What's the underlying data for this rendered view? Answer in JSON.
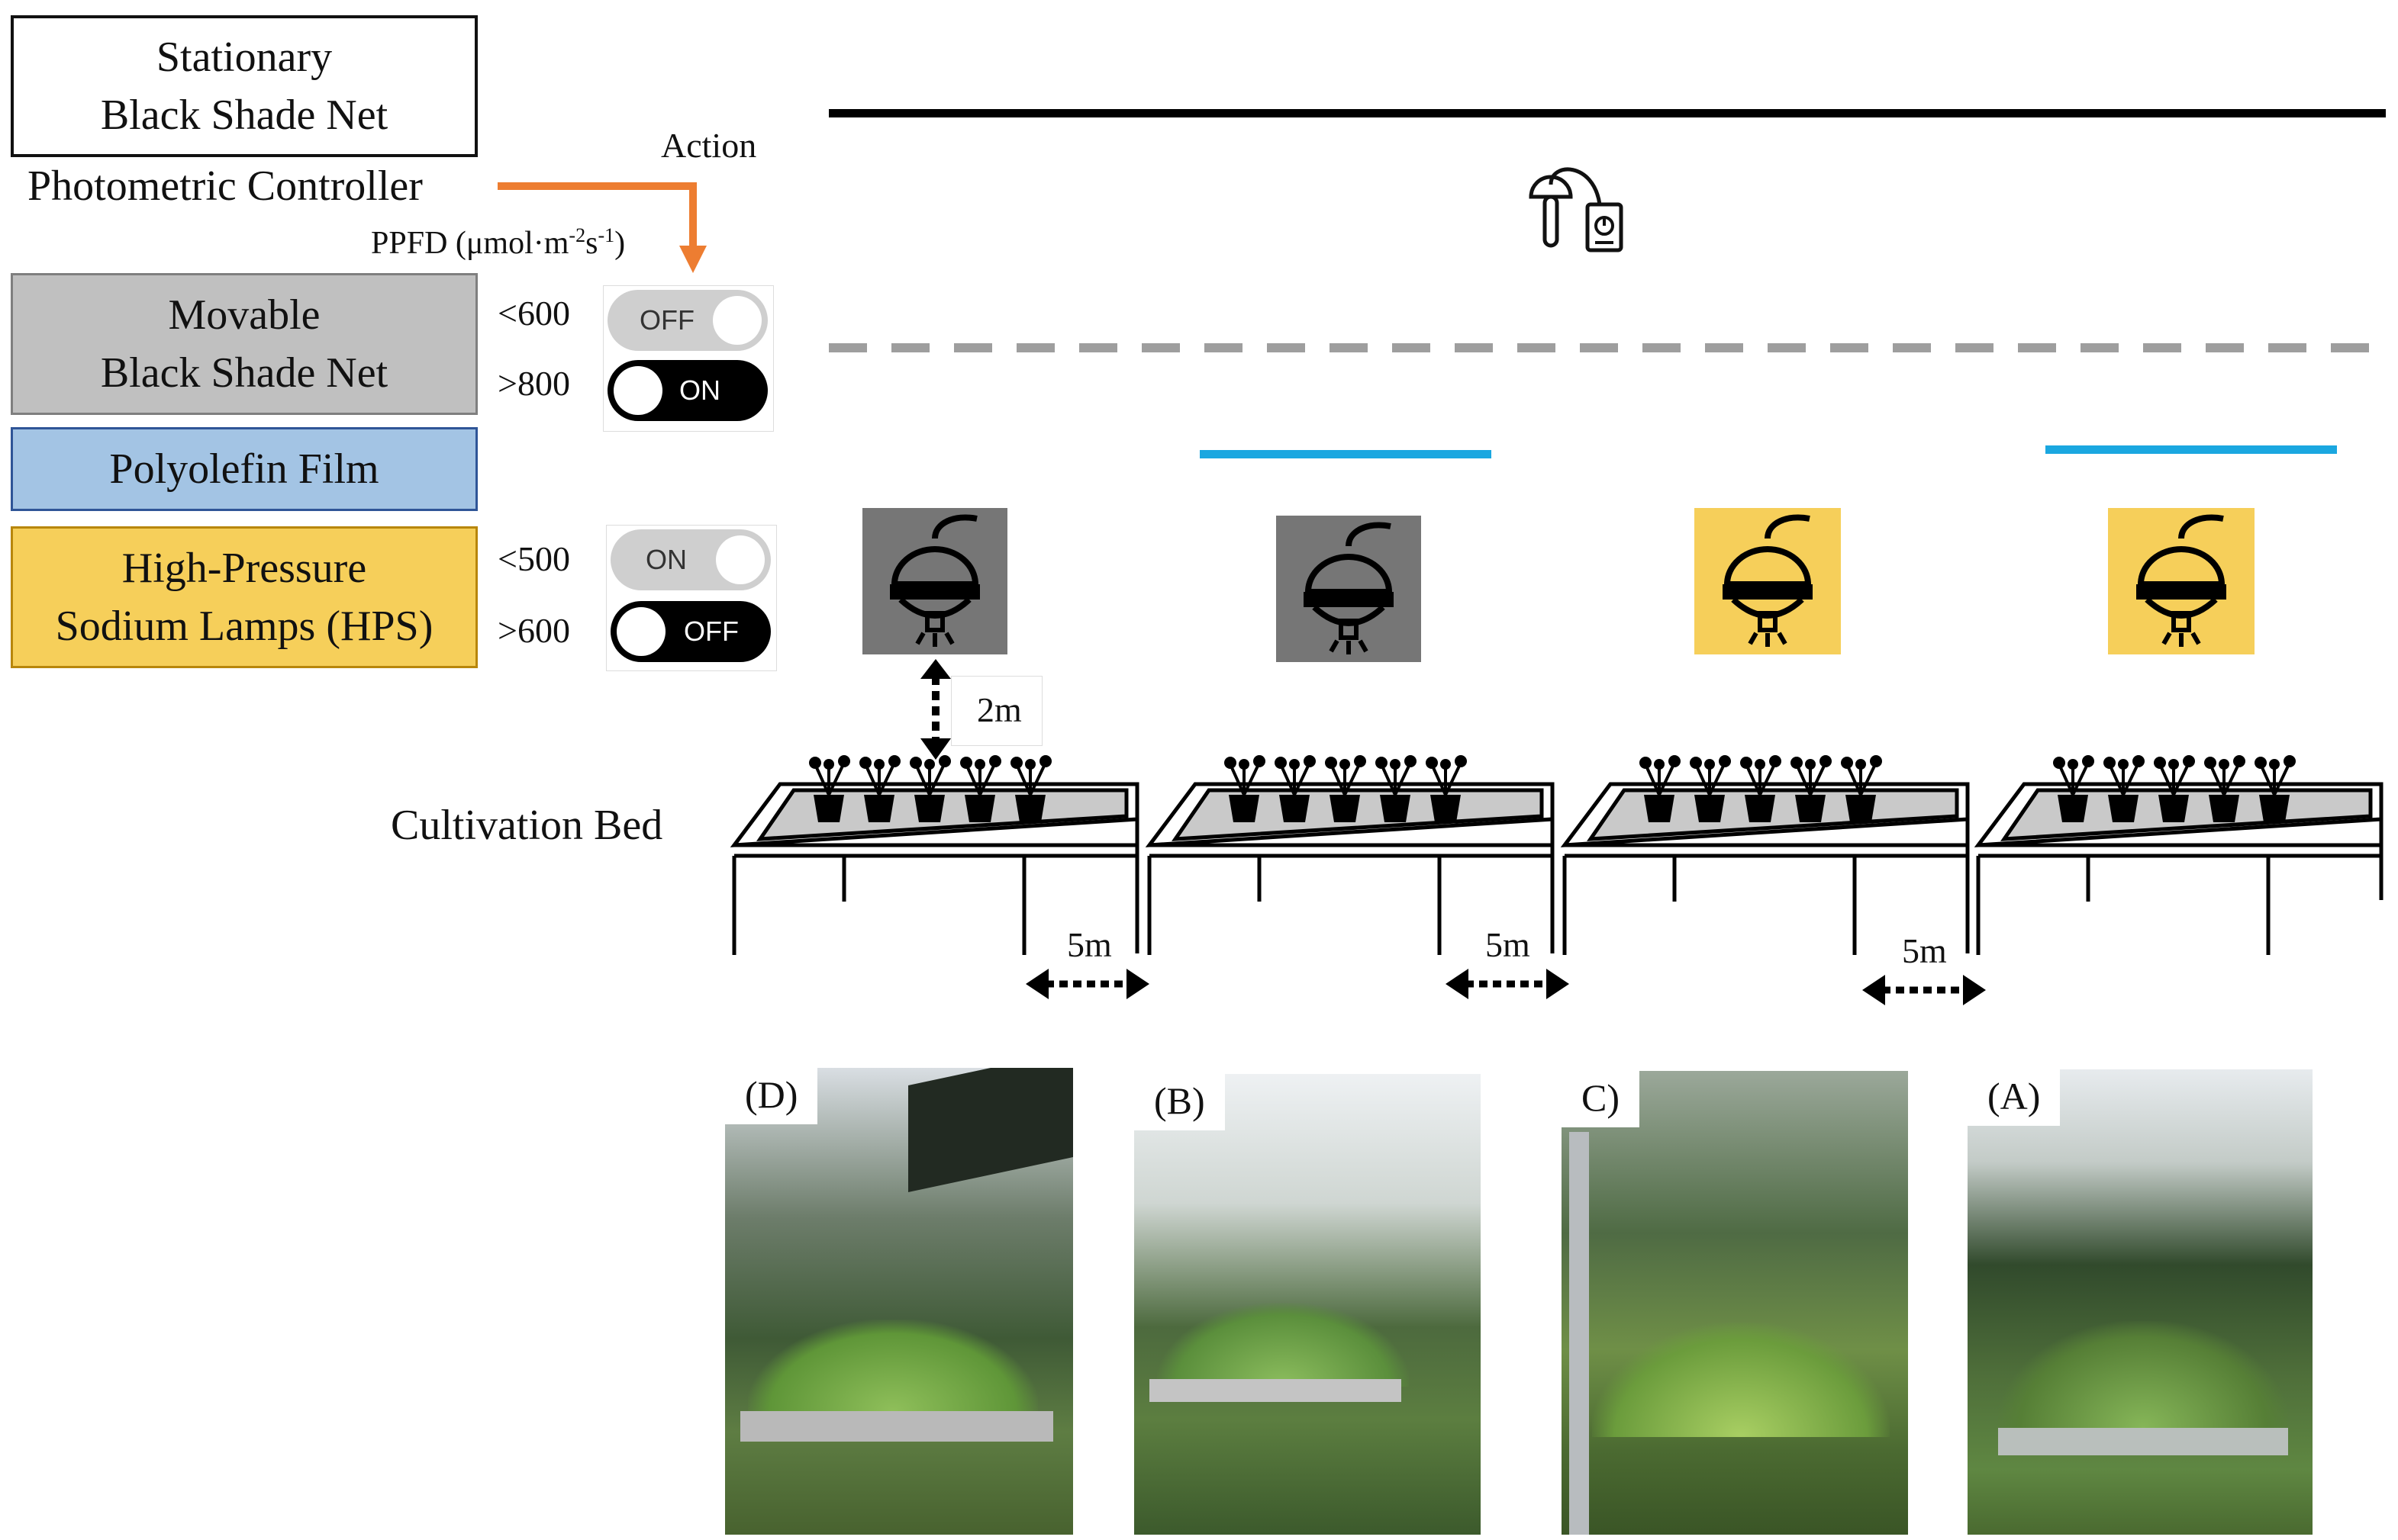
{
  "legend": {
    "stationary_net": [
      "Stationary",
      "Black Shade Net"
    ],
    "photometric_controller": "Photometric  Controller",
    "action": "Action",
    "ppfd": "PPFD (μmol·m",
    "ppfd_sup1": "-2",
    "ppfd_mid": "s",
    "ppfd_sup2": "-1",
    "ppfd_end": ")",
    "movable_net": [
      "Movable",
      "Black Shade Net"
    ],
    "polyolefin": "Polyolefin Film",
    "hps": [
      "High-Pressure",
      "Sodium Lamps (HPS)"
    ]
  },
  "thresholds": {
    "net_low": "<600",
    "net_high": ">800",
    "hps_low": "<500",
    "hps_high": ">600"
  },
  "toggles": {
    "net_off": "OFF",
    "net_on": "ON",
    "hps_on": "ON",
    "hps_off": "OFF"
  },
  "labels": {
    "cultivation_bed": "Cultivation  Bed",
    "height": "2m",
    "spacing": [
      "5m",
      "5m",
      "5m"
    ]
  },
  "photos": [
    "(D)",
    "(B)",
    "C)",
    "(A)"
  ],
  "colors": {
    "movable_gray": "#c0c0c0",
    "polyolefin_blue": "#a3c4e4",
    "hps_yellow": "#f6cf5a",
    "arrow_orange": "#ed7d31",
    "film_line": "#1aa7e0"
  }
}
